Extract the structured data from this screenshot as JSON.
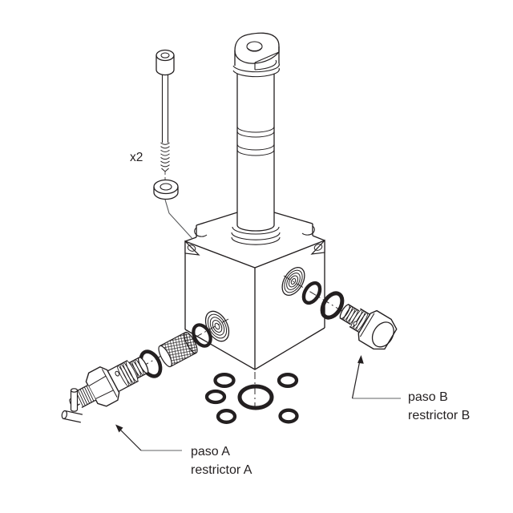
{
  "diagram": {
    "type": "exploded-parts-technical-drawing",
    "background": "#ffffff",
    "colors": {
      "line": "#231f20",
      "leader": "#808285"
    },
    "labels": {
      "screw_quantity": "x2",
      "restrictor_a": {
        "line1": "paso A",
        "line2": "restrictor A"
      },
      "restrictor_b": {
        "line1": "paso B",
        "line2": "restrictor B"
      }
    },
    "parts": [
      "socket-head-screw",
      "washer",
      "solenoid-tube",
      "valve-block",
      "port-thread-a",
      "port-thread-b",
      "o-rings",
      "filter-screen",
      "restrictor-a-needle-valve",
      "restrictor-b-plug",
      "base-o-rings"
    ]
  }
}
